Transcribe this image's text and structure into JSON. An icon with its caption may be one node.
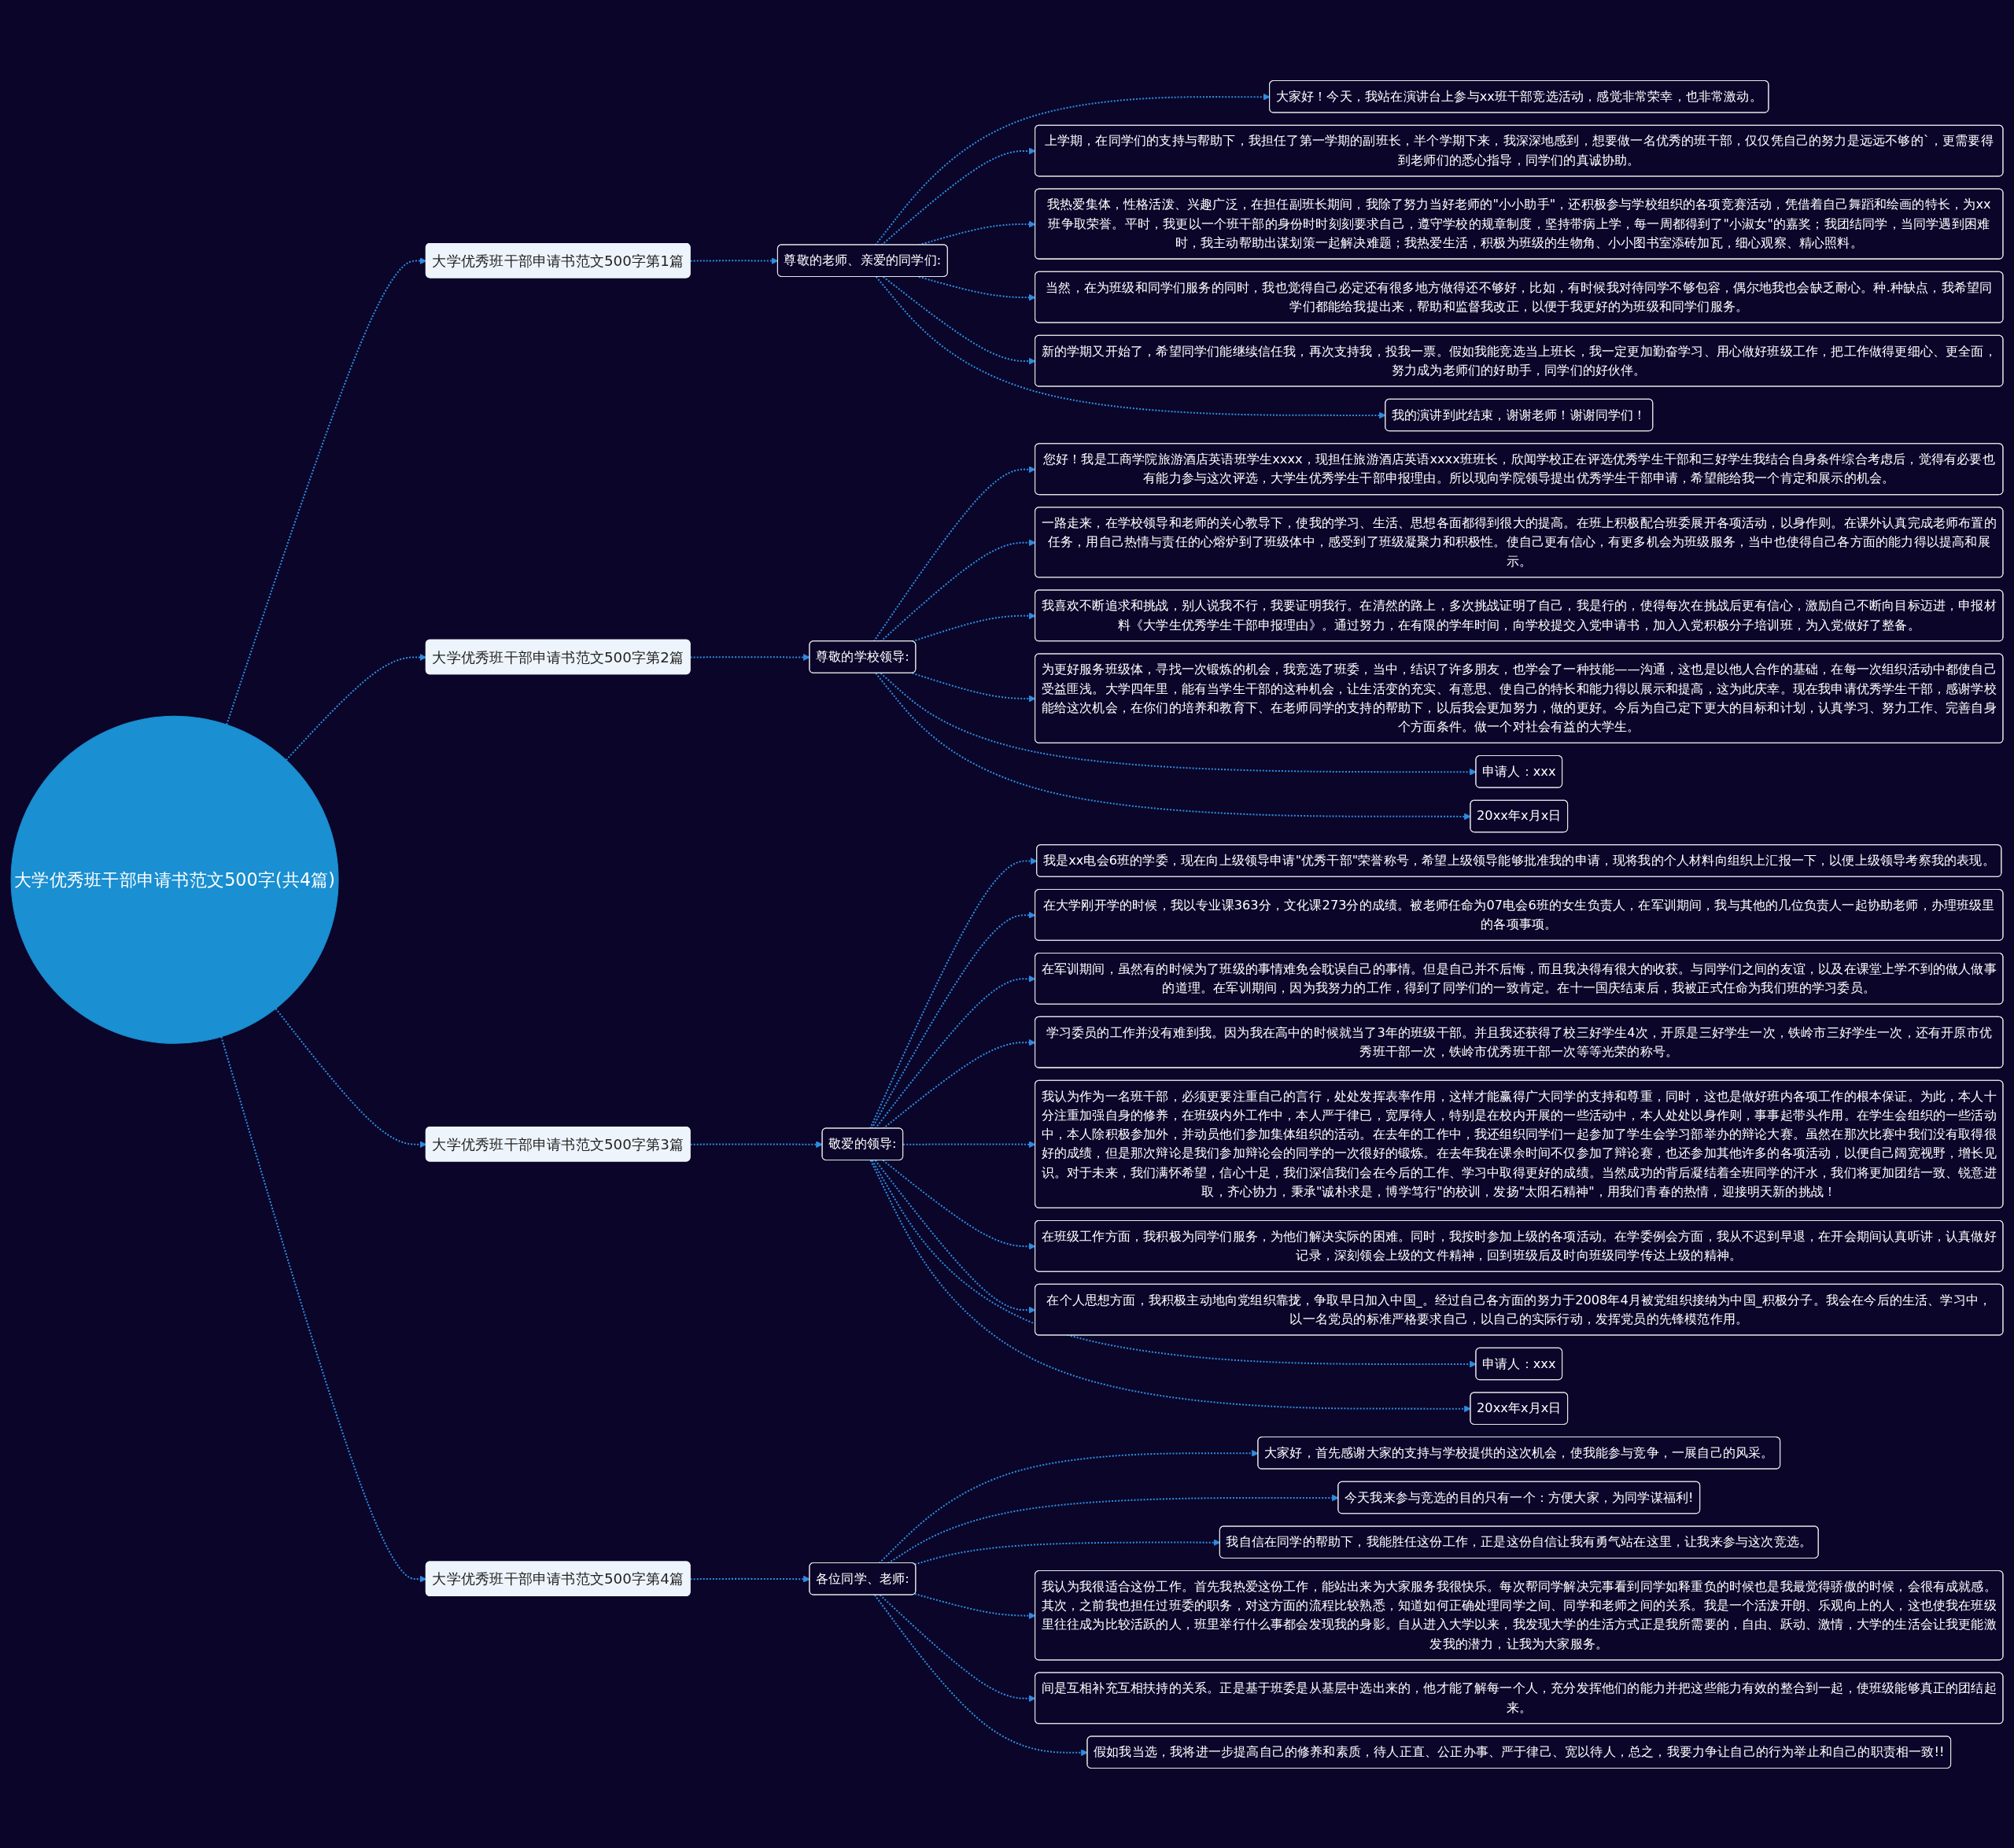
{
  "diagram": {
    "nodes": [
      {
        "text": [
          "大学优秀班干部申请书范文500字(共4篇)"
        ]
      },
      {
        "text": [
          "大学优秀班干部申请书范文500字第1篇"
        ]
      },
      {
        "text": [
          "尊敬的老师、亲爱的同学们:"
        ]
      },
      {
        "text": [
          "大家好！今天，我站在演讲台上参与xx班干部竞选活动，感觉非常荣幸，也非常激动。"
        ]
      },
      {
        "text": [
          "上学期，在同学们的支持与帮助下，我担任了第一学期的副班长，半个学期下来，我深深地感到，想要做一名优秀的班干部，仅仅凭自己的努力是远远不够的`，更需要得到老师们的悉心指导，同学们的真诚协助。"
        ]
      },
      {
        "text": [
          "我热爱集体，性格活泼、兴趣广泛，在担任副班长期间，我除了努力当好老师的\"小小助手\"，还积极参与学校组织的各项竞赛活动，凭借着自己舞蹈和绘画的特长，为xx班争取荣誉。平时，我更以一个班干部的身份时时刻刻要求自己，遵守学校的规章制度，坚持带病上学，每一周都得到了\"小淑女\"的嘉奖；我团结同学，当同学遇到困难时，我主动帮助出谋划策一起解决难题；我热爱生活，积极为班级的生物角、小小图书室添砖加瓦，细心观察、精心照料。"
        ]
      },
      {
        "text": [
          "当然，在为班级和同学们服务的同时，我也觉得自己必定还有很多地方做得还不够好，比如，有时候我对待同学不够包容，偶尔地我也会缺乏耐心。种.种缺点，我希望同学们都能给我提出来，帮助和监督我改正，以便于我更好的为班级和同学们服务。"
        ]
      },
      {
        "text": [
          "新的学期又开始了，希望同学们能继续信任我，再次支持我，投我一票。假如我能竞选当上班长，我一定更加勤奋学习、用心做好班级工作，把工作做得更细心、更全面，努力成为老师们的好助手，同学们的好伙伴。"
        ]
      },
      {
        "text": [
          "我的演讲到此结束，谢谢老师！谢谢同学们！"
        ]
      },
      {
        "text": [
          "大学优秀班干部申请书范文500字第2篇"
        ]
      },
      {
        "text": [
          "尊敬的学校领导:"
        ]
      },
      {
        "text": [
          "您好！我是工商学院旅游酒店英语班学生xxxx，现担任旅游酒店英语xxxx班班长，欣闻学校正在评选优秀学生干部和三好学生我结合自身条件综合考虑后，觉得有必要也有能力参与这次评选，大学生优秀学生干部申报理由。所以现向学院领导提出优秀学生干部申请，希望能给我一个肯定和展示的机会。"
        ]
      },
      {
        "text": [
          "一路走来，在学校领导和老师的关心教导下，使我的学习、生活、思想各面都得到很大的提高。在班上积极配合班委展开各项活动，以身作则。在课外认真完成老师布置的任务，用自己热情与责任的心熔炉到了班级体中，感受到了班级凝聚力和积极性。使自己更有信心，有更多机会为班级服务，当中也使得自己各方面的能力得以提高和展示。"
        ]
      },
      {
        "text": [
          "我喜欢不断追求和挑战，别人说我不行，我要证明我行。在清然的路上，多次挑战证明了自己，我是行的，使得每次在挑战后更有信心，激励自己不断向目标迈进，申报材料《大学生优秀学生干部申报理由》。通过努力，在有限的学年时间，向学校提交入党申请书，加入入党积极分子培训班，为入党做好了整备。"
        ]
      },
      {
        "text": [
          "为更好服务班级体，寻找一次锻炼的机会，我竞选了班委，当中，结识了许多朋友，也学会了一种技能——沟通，这也是以他人合作的基础，在每一次组织活动中都使自己受益匪浅。大学四年里，能有当学生干部的这种机会，让生活变的充实、有意思、使自己的特长和能力得以展示和提高，这为此庆幸。现在我申请优秀学生干部，感谢学校能给这次机会，在你们的培养和教育下、在老师同学的支持的帮助下，以后我会更加努力，做的更好。今后为自己定下更大的目标和计划，认真学习、努力工作、完善自身个方面条件。做一个对社会有益的大学生。"
        ]
      },
      {
        "text": [
          "申请人：xxx"
        ]
      },
      {
        "text": [
          "20xx年x月x日"
        ]
      },
      {
        "text": [
          "大学优秀班干部申请书范文500字第3篇"
        ]
      },
      {
        "text": [
          "敬爱的领导:"
        ]
      },
      {
        "text": [
          "我是xx电会6班的学委，现在向上级领导申请\"优秀干部\"荣誉称号，希望上级领导能够批准我的申请，现将我的个人材料向组织上汇报一下，以便上级领导考察我的表现。"
        ]
      },
      {
        "text": [
          "在大学刚开学的时候，我以专业课363分，文化课273分的成绩。被老师任命为07电会6班的女生负责人，在军训期间，我与其他的几位负责人一起协助老师，办理班级里的各项事项。"
        ]
      },
      {
        "text": [
          "在军训期间，虽然有的时候为了班级的事情难免会耽误自己的事情。但是自己并不后悔，而且我决得有很大的收获。与同学们之间的友谊，以及在课堂上学不到的做人做事的道理。在军训期间，因为我努力的工作，得到了同学们的一致肯定。在十一国庆结束后，我被正式任命为我们班的学习委员。"
        ]
      },
      {
        "text": [
          "学习委员的工作并没有难到我。因为我在高中的时候就当了3年的班级干部。并且我还获得了校三好学生4次，开原是三好学生一次，铁岭市三好学生一次，还有开原市优秀班干部一次，铁岭市优秀班干部一次等等光荣的称号。"
        ]
      },
      {
        "text": [
          "我认为作为一名班干部，必须更要注重自己的言行，处处发挥表率作用，这样才能赢得广大同学的支持和尊重，同时，这也是做好班内各项工作的根本保证。为此，本人十分注重加强自身的修养，在班级内外工作中，本人严于律已，宽厚待人，特别是在校内开展的一些活动中，本人处处以身作则，事事起带头作用。在学生会组织的一些活动中，本人除积极参加外，并动员他们参加集体组织的活动。在去年的工作中，我还组织同学们一起参加了学生会学习部举办的辩论大赛。虽然在那次比赛中我们没有取得很好的成绩，但是那次辩论是我们参加辩论会的同学的一次很好的锻炼。在去年我在课余时间不仅参加了辩论赛，也还参加其他许多的各项活动，以便自己阔宽视野，增长见识。对于未来，我们满怀希望，信心十足，我们深信我们会在今后的工作、学习中取得更好的成绩。当然成功的背后凝结着全班同学的汗水，我们将更加团结一致、锐意进取，齐心协力，秉承\"诚朴求是，博学笃行\"的校训，发扬\"太阳石精神\"，用我们青春的热情，迎接明天新的挑战！"
        ]
      },
      {
        "text": [
          "在班级工作方面，我积极为同学们服务，为他们解决实际的困难。同时，我按时参加上级的各项活动。在学委例会方面，我从不迟到早退，在开会期间认真听讲，认真做好记录，深刻领会上级的文件精神，回到班级后及时向班级同学传达上级的精神。"
        ]
      },
      {
        "text": [
          "在个人思想方面，我积极主动地向党组织靠拢，争取早日加入中国_。经过自己各方面的努力于2008年4月被党组织接纳为中国_积极分子。我会在今后的生活、学习中，以一名党员的标准严格要求自己，以自己的实际行动，发挥党员的先锋模范作用。"
        ]
      },
      {
        "text": [
          "申请人：xxx"
        ]
      },
      {
        "text": [
          "20xx年x月x日"
        ]
      },
      {
        "text": [
          "大学优秀班干部申请书范文500字第4篇"
        ]
      },
      {
        "text": [
          "各位同学、老师:"
        ]
      },
      {
        "text": [
          "大家好，首先感谢大家的支持与学校提供的这次机会，使我能参与竞争，一展自己的风采。"
        ]
      },
      {
        "text": [
          "今天我来参与竞选的目的只有一个：方便大家，为同学谋福利!"
        ]
      },
      {
        "text": [
          "我自信在同学的帮助下，我能胜任这份工作，正是这份自信让我有勇气站在这里，让我来参与这次竞选。"
        ]
      },
      {
        "text": [
          "我认为我很适合这份工作。首先我热爱这份工作，能站出来为大家服务我很快乐。每次帮同学解决完事看到同学如释重负的时候也是我最觉得骄傲的时候，会很有成就感。其次，之前我也担任过班委的职务，对这方面的流程比较熟悉，知道如何正确处理同学之间、同学和老师之间的关系。我是一个活泼开朗、乐观向上的人，这也使我在班级里往往成为比较活跃的人，班里举行什么事都会发现我的身影。自从进入大学以来，我发现大学的生活方式正是我所需要的，自由、跃动、激情，大学的生活会让我更能激发我的潜力，让我为大家服务。"
        ]
      },
      {
        "text": [
          "间是互相补充互相扶持的关系。正是基于班委是从基层中选出来的，他才能了解每一个人，充分发挥他们的能力并把这些能力有效的整合到一起，使班级能够真正的团结起来。"
        ]
      },
      {
        "text": [
          "假如我当选，我将进一步提高自己的修养和素质，待人正直、公正办事、严于律己、宽以待人，总之，我要力争让自己的行为举止和自己的职责相一致!!"
        ]
      }
    ],
    "edges": [
      {
        "from": 0,
        "to": 1,
        "arrow": "to",
        "style": "dashed"
      },
      {
        "from": 1,
        "to": 2,
        "arrow": "to",
        "style": "dashed"
      },
      {
        "from": 2,
        "to": 3,
        "arrow": "to",
        "style": "dashed"
      },
      {
        "from": 2,
        "to": 4,
        "arrow": "to",
        "style": "dashed"
      },
      {
        "from": 2,
        "to": 5,
        "arrow": "to",
        "style": "dashed"
      },
      {
        "from": 2,
        "to": 6,
        "arrow": "to",
        "style": "dashed"
      },
      {
        "from": 2,
        "to": 7,
        "arrow": "to",
        "style": "dashed"
      },
      {
        "from": 2,
        "to": 8,
        "arrow": "to",
        "style": "dashed"
      },
      {
        "from": 0,
        "to": 9,
        "arrow": "to",
        "style": "dashed"
      },
      {
        "from": 9,
        "to": 10,
        "arrow": "to",
        "style": "dashed"
      },
      {
        "from": 10,
        "to": 11,
        "arrow": "to",
        "style": "dashed"
      },
      {
        "from": 10,
        "to": 12,
        "arrow": "to",
        "style": "dashed"
      },
      {
        "from": 10,
        "to": 13,
        "arrow": "to",
        "style": "dashed"
      },
      {
        "from": 10,
        "to": 14,
        "arrow": "to",
        "style": "dashed"
      },
      {
        "from": 10,
        "to": 15,
        "arrow": "to",
        "style": "dashed"
      },
      {
        "from": 10,
        "to": 16,
        "arrow": "to",
        "style": "dashed"
      },
      {
        "from": 0,
        "to": 17,
        "arrow": "to",
        "style": "dashed"
      },
      {
        "from": 17,
        "to": 18,
        "arrow": "to",
        "style": "dashed"
      },
      {
        "from": 18,
        "to": 19,
        "arrow": "to",
        "style": "dashed"
      },
      {
        "from": 18,
        "to": 20,
        "arrow": "to",
        "style": "dashed"
      },
      {
        "from": 18,
        "to": 21,
        "arrow": "to",
        "style": "dashed"
      },
      {
        "from": 18,
        "to": 22,
        "arrow": "to",
        "style": "dashed"
      },
      {
        "from": 18,
        "to": 23,
        "arrow": "to",
        "style": "dashed"
      },
      {
        "from": 18,
        "to": 24,
        "arrow": "to",
        "style": "dashed"
      },
      {
        "from": 18,
        "to": 25,
        "arrow": "to",
        "style": "dashed"
      },
      {
        "from": 18,
        "to": 26,
        "arrow": "to",
        "style": "dashed"
      },
      {
        "from": 18,
        "to": 27,
        "arrow": "to",
        "style": "dashed"
      },
      {
        "from": 0,
        "to": 28,
        "arrow": "to",
        "style": "dashed"
      },
      {
        "from": 28,
        "to": 29,
        "arrow": "to",
        "style": "dashed"
      },
      {
        "from": 29,
        "to": 30,
        "arrow": "to",
        "style": "dashed"
      },
      {
        "from": 29,
        "to": 31,
        "arrow": "to",
        "style": "dashed"
      },
      {
        "from": 29,
        "to": 32,
        "arrow": "to",
        "style": "dashed"
      },
      {
        "from": 29,
        "to": 33,
        "arrow": "to",
        "style": "dashed"
      },
      {
        "from": 29,
        "to": 34,
        "arrow": "to",
        "style": "dashed"
      },
      {
        "from": 29,
        "to": 35,
        "arrow": "to",
        "style": "dashed"
      }
    ]
  }
}
